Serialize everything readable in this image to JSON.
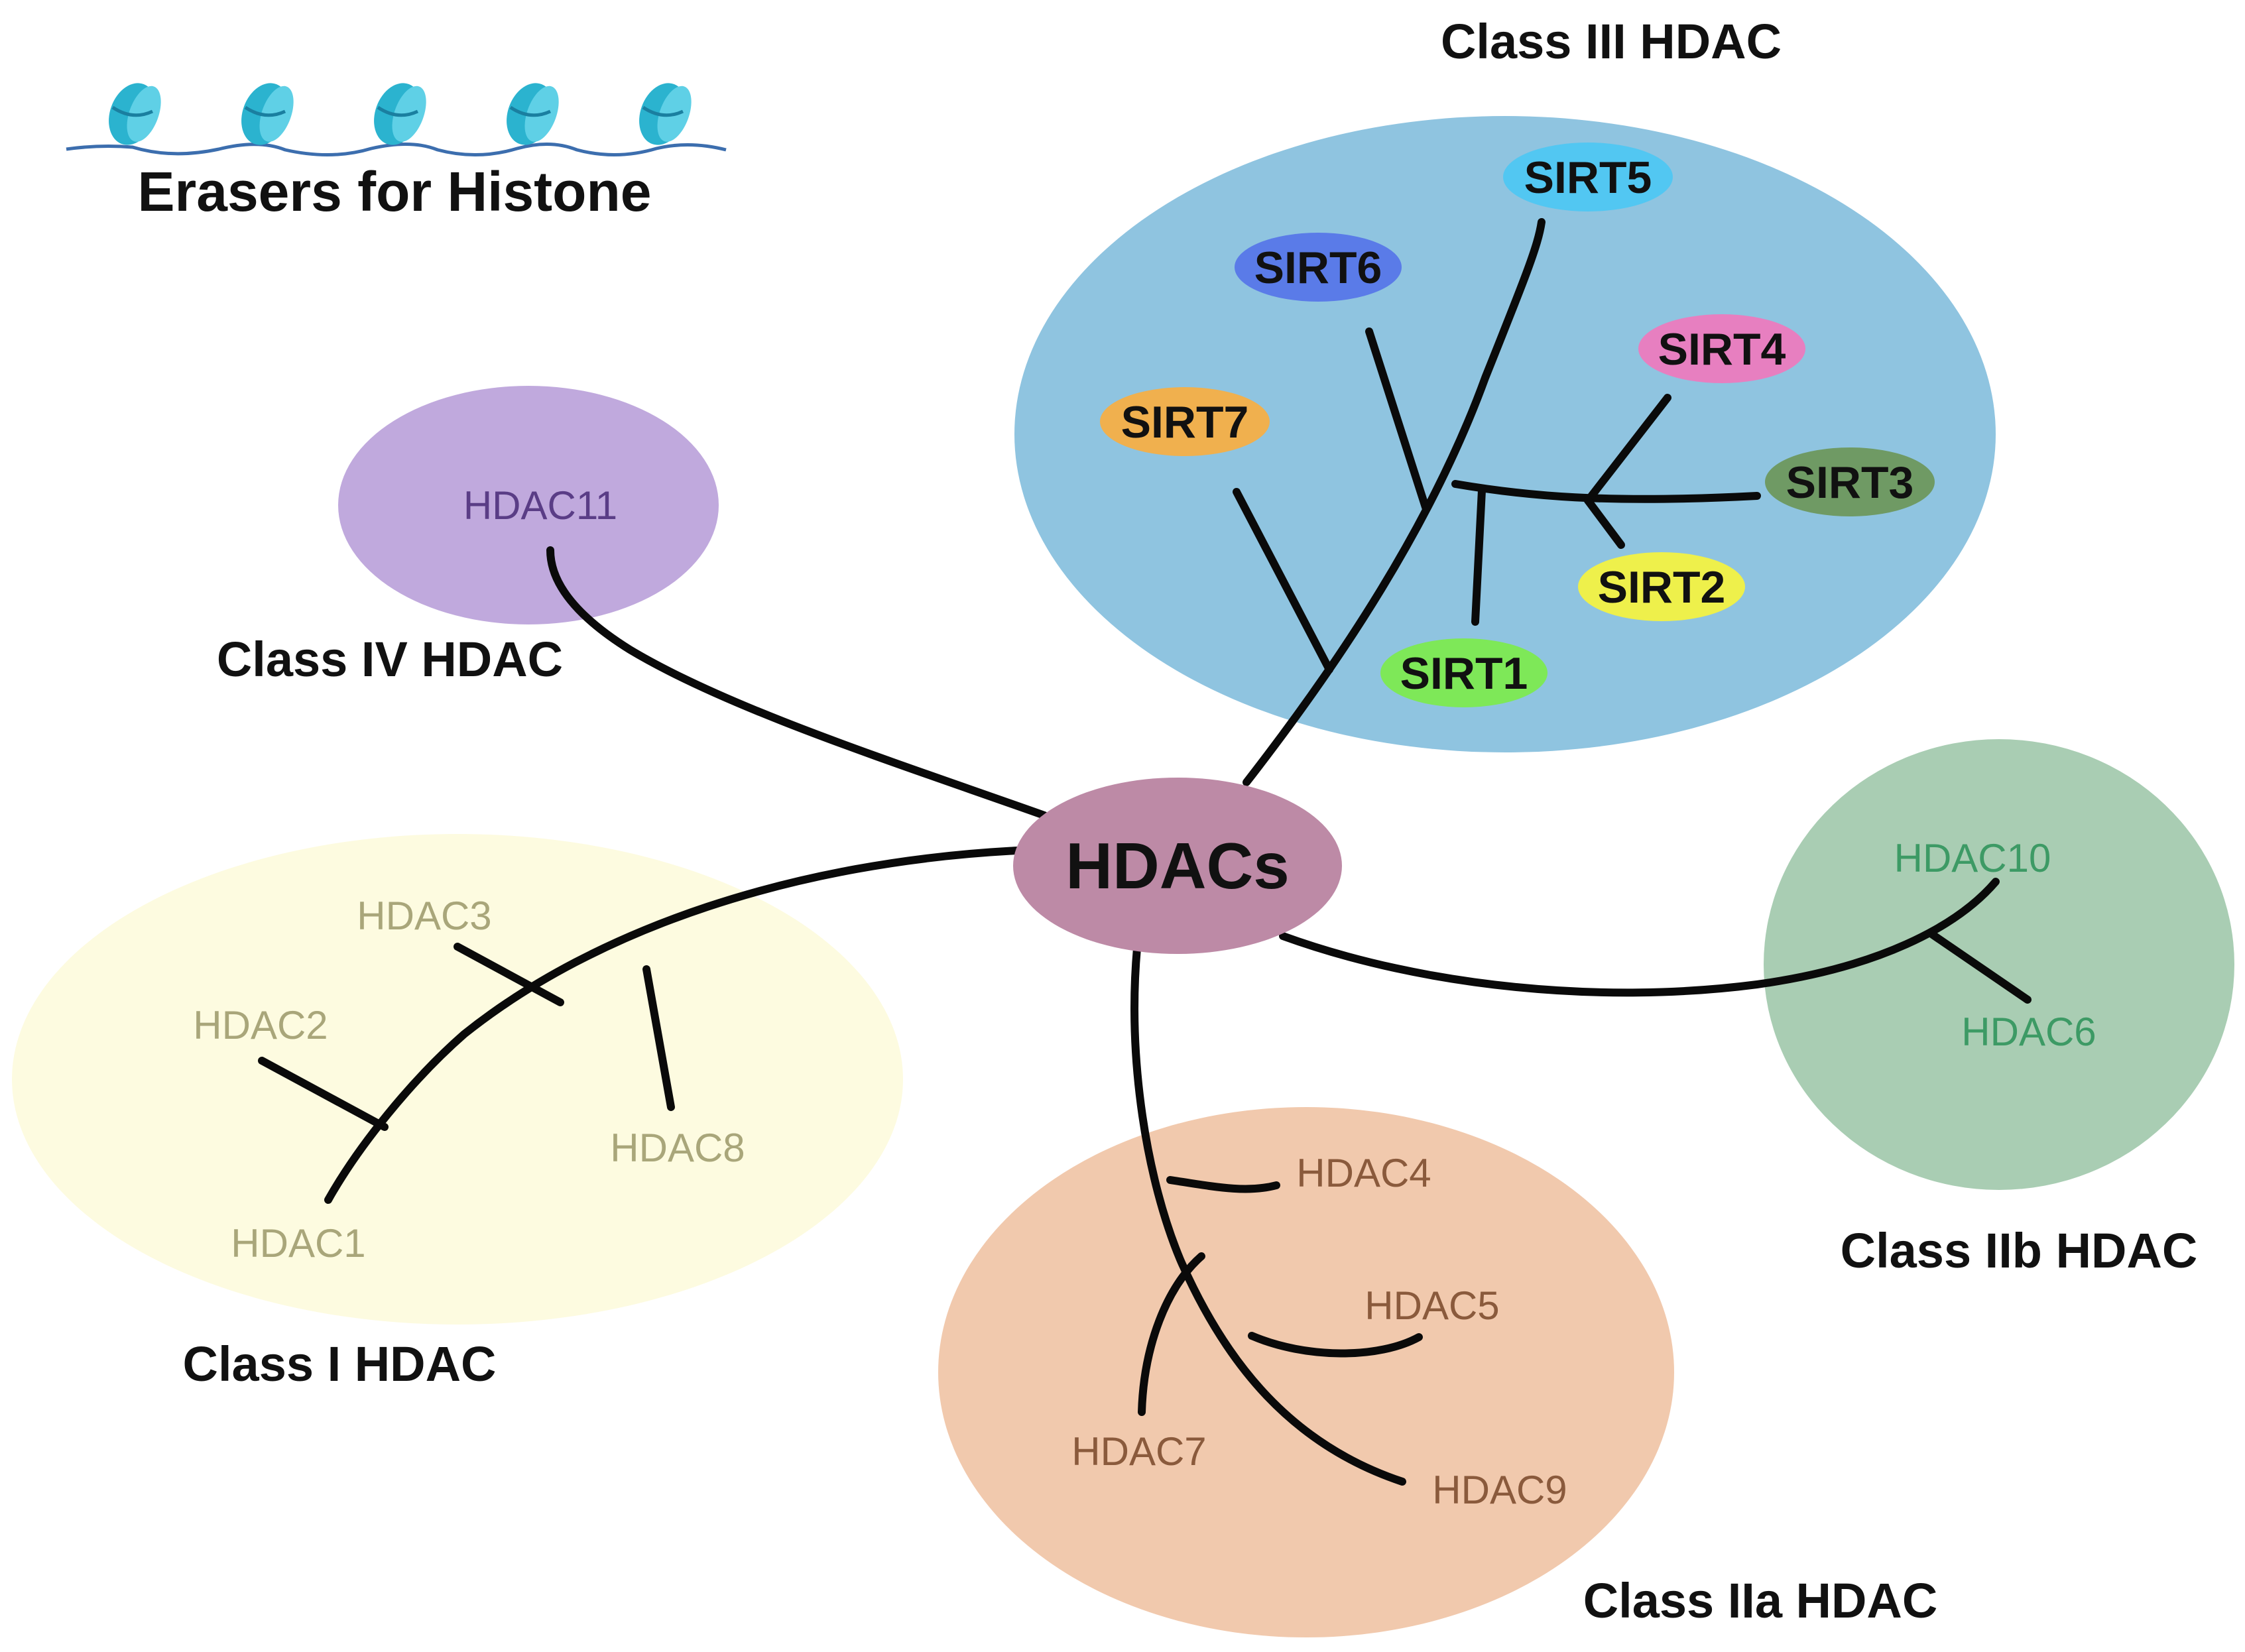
{
  "title": "Erasers for Histone",
  "root": "HDACs",
  "classes": {
    "class_iii": {
      "label": "Class III HDAC",
      "color": "#8fc4e0",
      "members": [
        {
          "name": "SIRT5",
          "color": "#52c7f2"
        },
        {
          "name": "SIRT6",
          "color": "#5a7be8"
        },
        {
          "name": "SIRT4",
          "color": "#e77fc0"
        },
        {
          "name": "SIRT7",
          "color": "#f0b04e"
        },
        {
          "name": "SIRT3",
          "color": "#6f9a64"
        },
        {
          "name": "SIRT2",
          "color": "#eef04b"
        },
        {
          "name": "SIRT1",
          "color": "#7ee858"
        }
      ]
    },
    "class_iv": {
      "label": "Class IV HDAC",
      "color": "#c0a9dd",
      "text_color": "#5a3d86",
      "members": [
        "HDAC11"
      ]
    },
    "class_i": {
      "label": "Class I HDAC",
      "color": "#fdfbe0",
      "text_color": "#a9a67a",
      "members": [
        "HDAC3",
        "HDAC2",
        "HDAC8",
        "HDAC1"
      ]
    },
    "class_iib": {
      "label": "Class IIb HDAC",
      "color": "#a9cdb3",
      "text_color": "#3d9a65",
      "members": [
        "HDAC10",
        "HDAC6"
      ]
    },
    "class_iia": {
      "label": "Class IIa HDAC",
      "color": "#f1c9ad",
      "text_color": "#8a5a3c",
      "members": [
        "HDAC4",
        "HDAC5",
        "HDAC7",
        "HDAC9"
      ]
    }
  },
  "colors": {
    "root_fill": "#bd8aa6",
    "nucleosome": "#2bb3cf",
    "dna": "#3c6eae"
  }
}
